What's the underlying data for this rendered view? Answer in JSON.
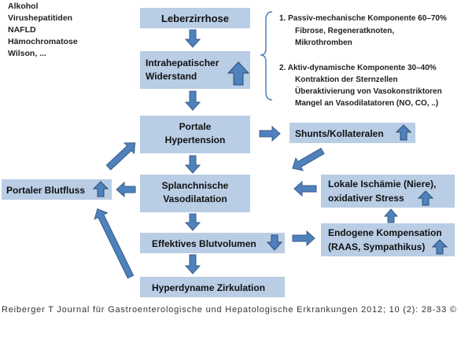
{
  "causes": [
    "Alkohol",
    "Virushepatitiden",
    "NAFLD",
    "Hämochromatose",
    "Wilson, ..."
  ],
  "nodes": {
    "leberzirrhose": {
      "label": "Leberzirrhose"
    },
    "widerstand": {
      "lines": [
        "Intrahepatischer",
        "Widerstand"
      ],
      "trend_icon": "arrow-up-icon"
    },
    "portale_hypertension": {
      "lines": [
        "Portale",
        "Hypertension"
      ]
    },
    "shunts": {
      "label": "Shunts/Kollateralen",
      "trend_icon": "arrow-up-icon"
    },
    "splanchnische": {
      "lines": [
        "Splanchnische",
        "Vasodilatation"
      ]
    },
    "blutfluss": {
      "label": "Portaler Blutfluss",
      "trend_icon": "arrow-up-icon"
    },
    "ischaemie": {
      "lines": [
        "Lokale Ischämie (Niere),",
        "oxidativer Stress"
      ],
      "trend_icon": "arrow-up-icon"
    },
    "kompensation": {
      "lines": [
        "Endogene Kompensation",
        "(RAAS, Sympathikus)"
      ],
      "trend_icon": "arrow-up-icon"
    },
    "blutvolumen": {
      "label": "Effektives Blutvolumen",
      "trend_icon": "arrow-down-icon"
    },
    "zirkulation": {
      "label": "Hyperdyname Zirkulation"
    }
  },
  "components": {
    "passiv": {
      "heading": "1. Passiv-mechanische Komponente 60–70%",
      "items": [
        "Fibrose, Regeneratknoten,",
        "Mikrothromben"
      ]
    },
    "aktiv": {
      "heading": "2. Aktiv-dynamische Komponente 30–40%",
      "items": [
        "Kontraktion der Sternzellen",
        "Überaktivierung von Vasokonstriktoren",
        "Mangel an Vasodilatatoren (NO, CO, ..)"
      ]
    }
  },
  "citation": "Reiberger T Journal für Gastroenterologische und Hepatologische Erkrankungen 2012; 10 (2): 28-33 ©",
  "colors": {
    "box": "#b9cde5",
    "arrow": "#4f81bd",
    "arrow_stroke": "#385d8a"
  },
  "icons": {
    "trend_up": "arrow-up-icon",
    "trend_down": "arrow-down-icon",
    "flow": "block-arrow-icon",
    "brace": "curly-brace-icon"
  }
}
